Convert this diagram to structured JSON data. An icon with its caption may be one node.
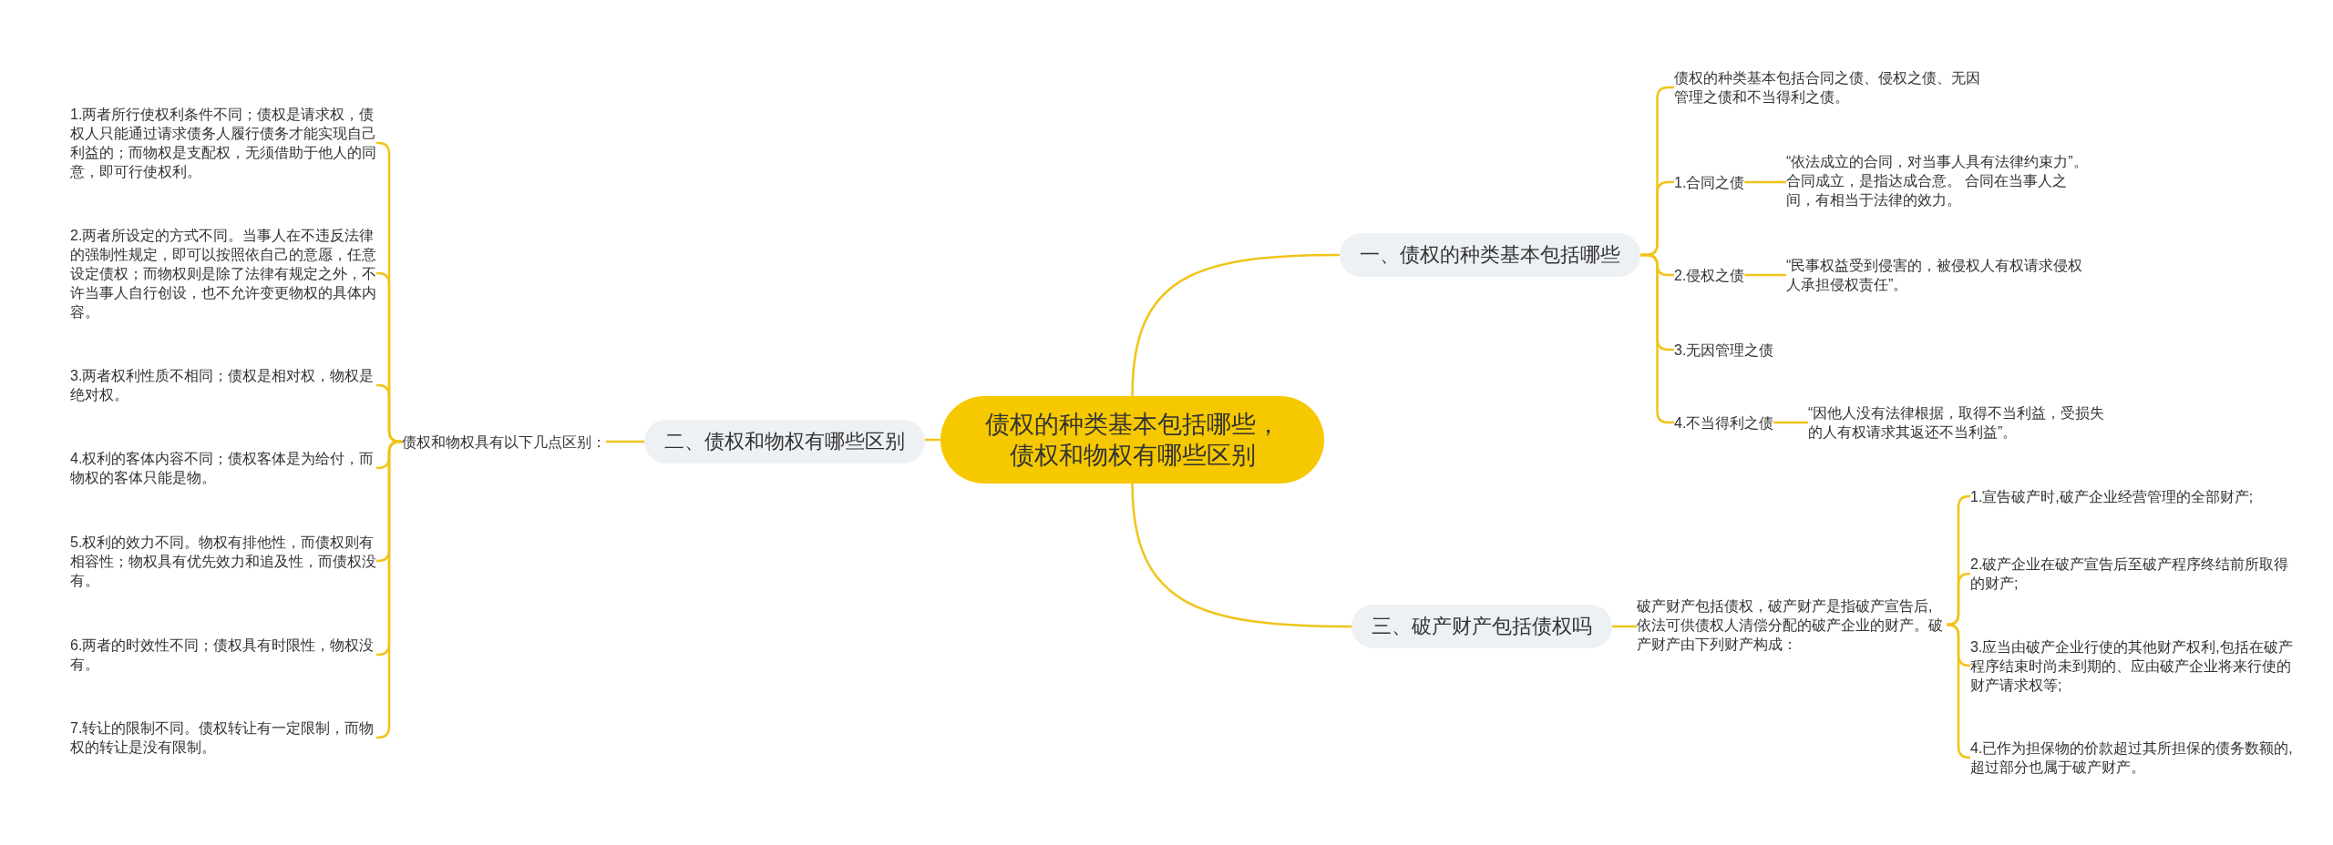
{
  "diagram": {
    "nodes": [
      {
        "text": [
          "债权的种类基本包括哪些，债权和物权有哪些区别"
        ]
      },
      {
        "text": [
          "一、债权的种类基本包括哪些"
        ]
      },
      {
        "text": [
          "债权的种类基本包括合同之债、侵权之债、无因管理之债和不当得利之债。"
        ]
      },
      {
        "text": [
          "1.合同之债"
        ]
      },
      {
        "text": [
          "“依法成立的合同，对当事人具有法律约束力”。合同成立，是指达成合意。 合同在当事人之间，有相当于法律的效力。"
        ]
      },
      {
        "text": [
          "2.侵权之债"
        ]
      },
      {
        "text": [
          "“民事权益受到侵害的，被侵权人有权请求侵权人承担侵权责任”。"
        ]
      },
      {
        "text": [
          "3.无因管理之债"
        ]
      },
      {
        "text": [
          "4.不当得利之债"
        ]
      },
      {
        "text": [
          "“因他人没有法律根据，取得不当利益，受损失的人有权请求其返还不当利益”。"
        ]
      },
      {
        "text": [
          "二、债权和物权有哪些区别"
        ]
      },
      {
        "text": [
          "债权和物权具有以下几点区别："
        ]
      },
      {
        "text": [
          "1.两者所行使权利条件不同；债权是请求权，债权人只能通过请求债务人履行债务才能实现自己利益的；而物权是支配权，无须借助于他人的同意，即可行使权利。"
        ]
      },
      {
        "text": [
          "2.两者所设定的方式不同。当事人在不违反法律的强制性规定，即可以按照依自己的意愿，任意设定债权；而物权则是除了法律有规定之外，不许当事人自行创设，也不允许变更物权的具体内容。"
        ]
      },
      {
        "text": [
          "3.两者权利性质不相同；债权是相对权，物权是绝对权。"
        ]
      },
      {
        "text": [
          "4.权利的客体内容不同；债权客体是为给付，而物权的客体只能是物。"
        ]
      },
      {
        "text": [
          "5.权利的效力不同。物权有排他性，而债权则有相容性；物权具有优先效力和追及性，而债权没有。"
        ]
      },
      {
        "text": [
          "6.两者的时效性不同；债权具有时限性，物权没有。"
        ]
      },
      {
        "text": [
          "7.转让的限制不同。债权转让有一定限制，而物权的转让是没有限制。"
        ]
      },
      {
        "text": [
          "三、破产财产包括债权吗"
        ]
      },
      {
        "text": [
          "破产财产包括债权，破产财产是指破产宣告后,依法可供债权人清偿分配的破产企业的财产。破产财产由下列财产构成："
        ]
      },
      {
        "text": [
          "1.宣告破产时,破产企业经营管理的全部财产;"
        ]
      },
      {
        "text": [
          "2.破产企业在破产宣告后至破产程序终结前所取得的财产;"
        ]
      },
      {
        "text": [
          "3.应当由破产企业行使的其他财产权利,包括在破产程序结束时尚未到期的、应由破产企业将来行使的财产请求权等;"
        ]
      },
      {
        "text": [
          "4.已作为担保物的价款超过其所担保的债务数额的,超过部分也属于破产财产。"
        ]
      }
    ],
    "edges": [
      {
        "from": 0,
        "to": 1,
        "arrow": "none"
      },
      {
        "from": 1,
        "to": 2,
        "arrow": "none"
      },
      {
        "from": 1,
        "to": 3,
        "arrow": "none"
      },
      {
        "from": 3,
        "to": 4,
        "arrow": "none"
      },
      {
        "from": 1,
        "to": 5,
        "arrow": "none"
      },
      {
        "from": 5,
        "to": 6,
        "arrow": "none"
      },
      {
        "from": 1,
        "to": 7,
        "arrow": "none"
      },
      {
        "from": 1,
        "to": 8,
        "arrow": "none"
      },
      {
        "from": 8,
        "to": 9,
        "arrow": "none"
      },
      {
        "from": 0,
        "to": 10,
        "arrow": "none"
      },
      {
        "from": 10,
        "to": 11,
        "arrow": "none"
      },
      {
        "from": 11,
        "to": 12,
        "arrow": "none"
      },
      {
        "from": 11,
        "to": 13,
        "arrow": "none"
      },
      {
        "from": 11,
        "to": 14,
        "arrow": "none"
      },
      {
        "from": 11,
        "to": 15,
        "arrow": "none"
      },
      {
        "from": 11,
        "to": 16,
        "arrow": "none"
      },
      {
        "from": 11,
        "to": 17,
        "arrow": "none"
      },
      {
        "from": 11,
        "to": 18,
        "arrow": "none"
      },
      {
        "from": 0,
        "to": 19,
        "arrow": "none"
      },
      {
        "from": 19,
        "to": 20,
        "arrow": "none"
      },
      {
        "from": 20,
        "to": 21,
        "arrow": "none"
      },
      {
        "from": 20,
        "to": 22,
        "arrow": "none"
      },
      {
        "from": 20,
        "to": 23,
        "arrow": "none"
      },
      {
        "from": 20,
        "to": 24,
        "arrow": "none"
      }
    ]
  }
}
